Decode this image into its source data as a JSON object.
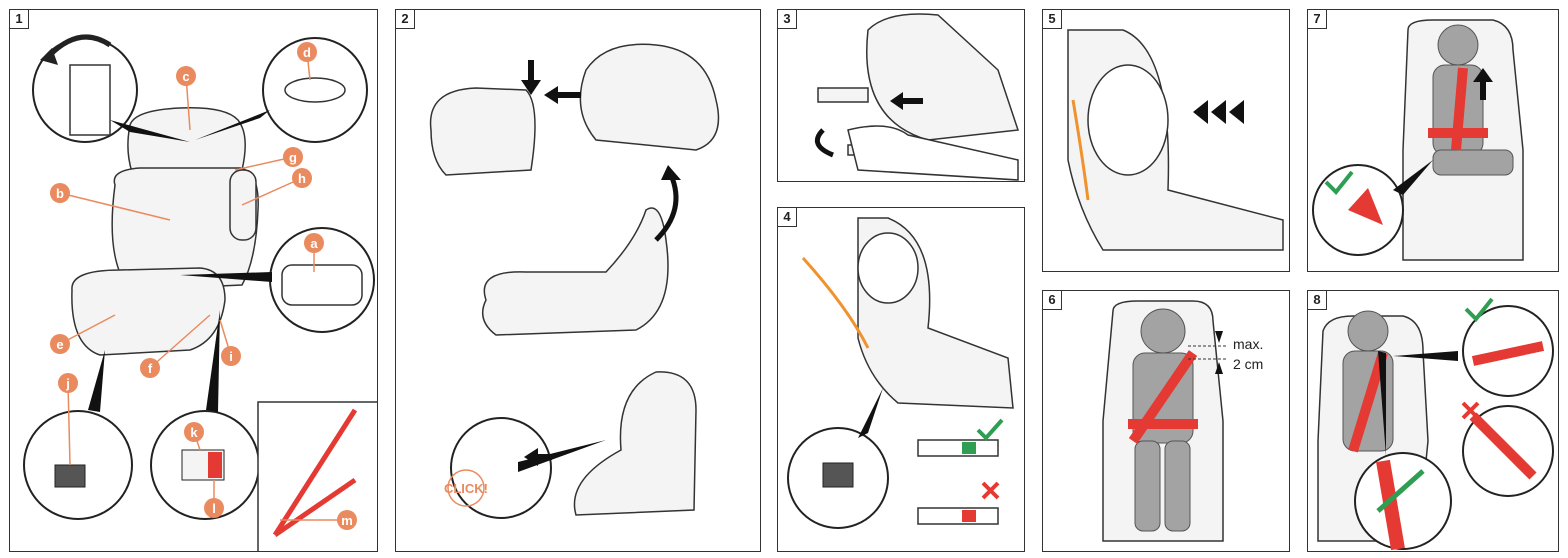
{
  "colors": {
    "orange": "#ea8a5f",
    "red": "#e53a33",
    "green": "#2e9e52",
    "line": "#333333",
    "seat": "#f4f4f4",
    "child": "#a3a3a3"
  },
  "panels": [
    {
      "number": "1",
      "callouts": [
        "a",
        "b",
        "c",
        "d",
        "e",
        "f",
        "g",
        "h",
        "i",
        "j",
        "k",
        "l",
        "m"
      ]
    },
    {
      "number": "2",
      "click_text": "CLICK!"
    },
    {
      "number": "3"
    },
    {
      "number": "4"
    },
    {
      "number": "5"
    },
    {
      "number": "6",
      "max_text": "max.",
      "dist_text": "2 cm"
    },
    {
      "number": "7"
    },
    {
      "number": "8"
    }
  ],
  "icons": [
    "rotate-arrow-icon",
    "arrow-down-icon",
    "arrow-left-icon",
    "arrow-curve-icon",
    "check-icon",
    "cross-icon",
    "triple-arrow-left-icon"
  ]
}
